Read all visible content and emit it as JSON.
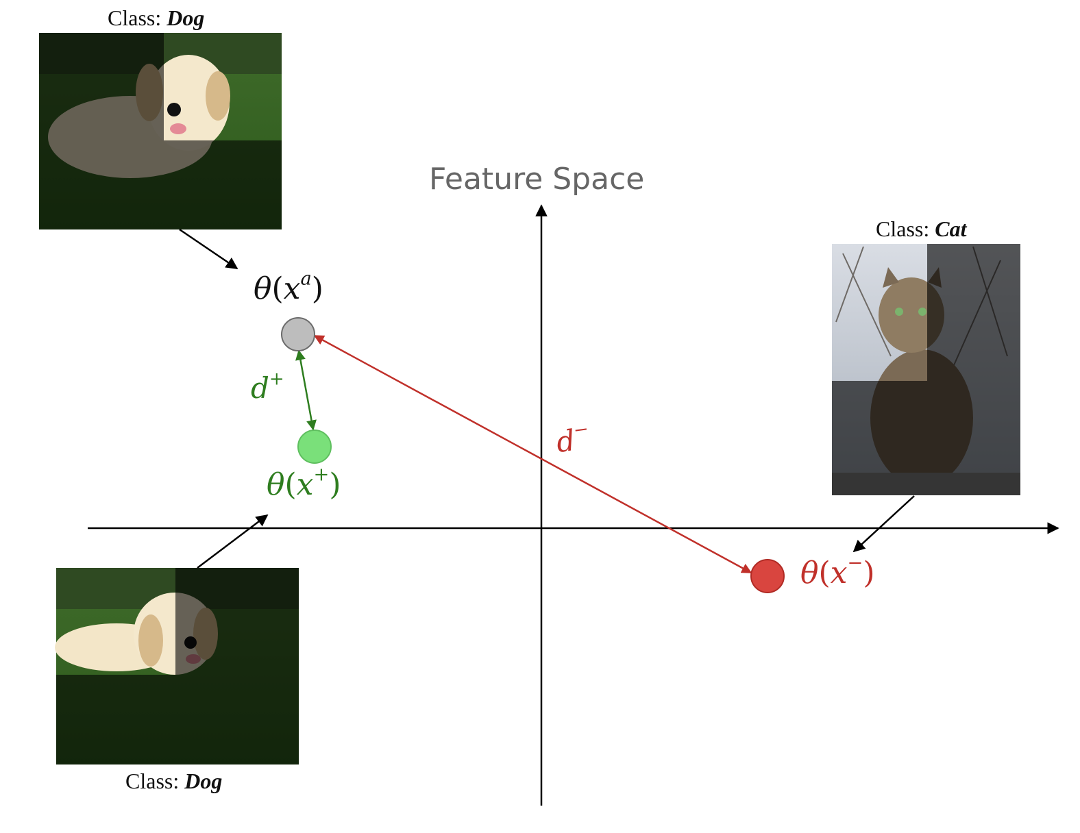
{
  "title": "Feature Space",
  "captions": {
    "anchor": {
      "prefix": "Class:",
      "cls": "Dog"
    },
    "positive": {
      "prefix": "Class:",
      "cls": "Dog"
    },
    "negative": {
      "prefix": "Class:",
      "cls": "Cat"
    }
  },
  "points": {
    "anchor": {
      "fn": "θ",
      "var": "x",
      "sup": "a",
      "fill": "#bdbdbd",
      "stroke": "#6b6b6b",
      "label_color": "#111111"
    },
    "positive": {
      "fn": "θ",
      "var": "x",
      "sup": "+",
      "fill": "#7ae07a",
      "stroke": "#5fbf5f",
      "label_color": "#2e7d1f"
    },
    "negative": {
      "fn": "θ",
      "var": "x",
      "sup": "−",
      "fill": "#d9453f",
      "stroke": "#b02a24",
      "label_color": "#c0302a"
    }
  },
  "distances": {
    "positive": {
      "var": "d",
      "sup": "+",
      "color": "#2e7d1f"
    },
    "negative": {
      "var": "d",
      "sup": "−",
      "color": "#c0302a"
    }
  },
  "photos": {
    "anchor": "dog-photo",
    "positive": "dog-photo",
    "negative": "cat-photo"
  }
}
